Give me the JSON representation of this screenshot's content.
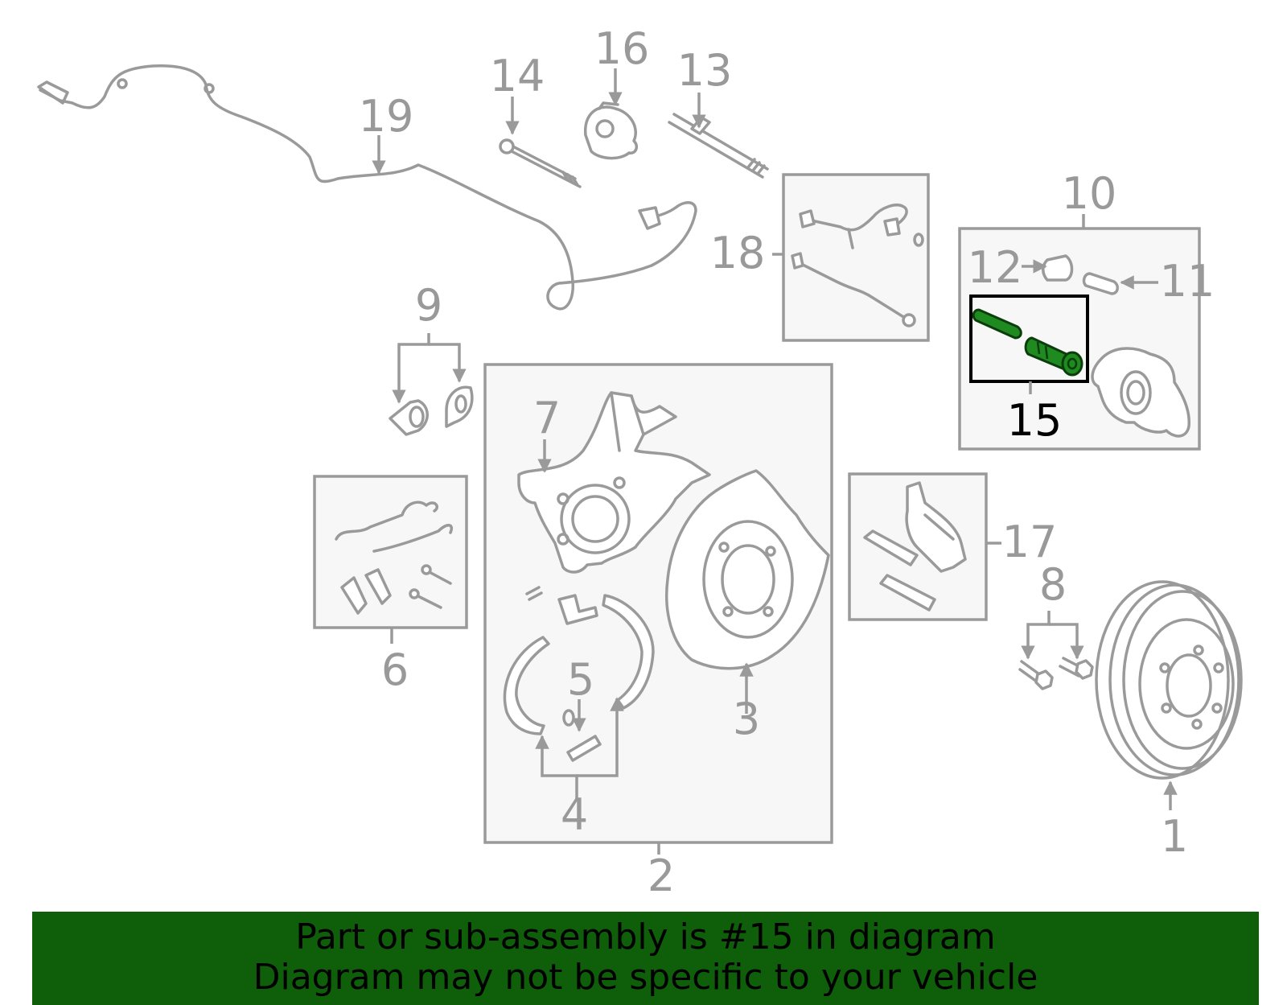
{
  "callouts": {
    "c1": "1",
    "c2": "2",
    "c3": "3",
    "c4": "4",
    "c5": "5",
    "c6": "6",
    "c7": "7",
    "c8": "8",
    "c9": "9",
    "c10": "10",
    "c11": "11",
    "c12": "12",
    "c13": "13",
    "c14": "14",
    "c15": "15",
    "c16": "16",
    "c17": "17",
    "c18": "18",
    "c19": "19"
  },
  "highlighted_part": "15",
  "colors": {
    "highlight": "#1f8a1f",
    "footer_bg": "#0f5e0a",
    "callout": "#999999"
  },
  "footer": {
    "line1": "Part or sub-assembly is #15 in diagram",
    "line2": "Diagram may not be specific to your vehicle"
  }
}
